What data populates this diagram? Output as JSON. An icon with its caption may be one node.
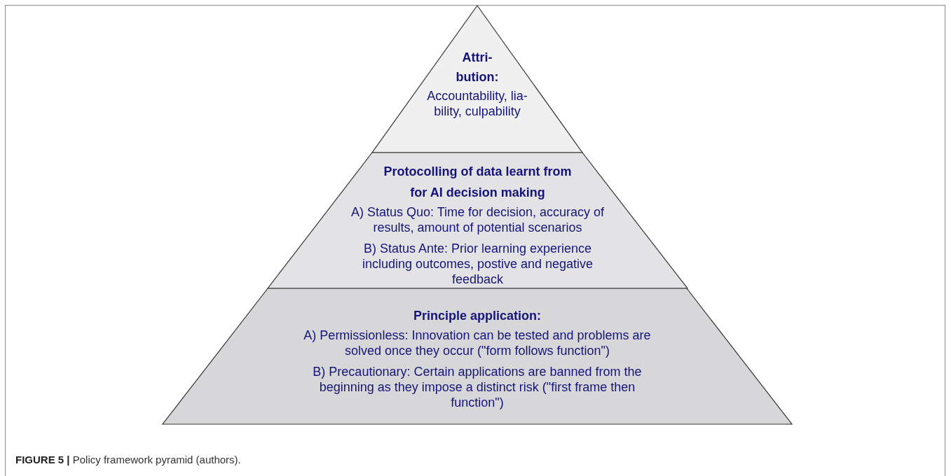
{
  "diagram": {
    "caption": "**FIGURE 5 |** Policy framework pyramid (authors).",
    "nodes": [
      {
        "text": [
          "Attri- bution:",
          "Accountability, lia- bility, culpability"
        ]
      },
      {
        "text": [
          "Protocolling of data learnt from for AI decision making",
          "A) Status Quo: Time for decision, accuracy of results, amount of potential scenarios",
          "B) Status Ante: Prior learning experience including outcomes, postive and negative feedback"
        ]
      },
      {
        "text": [
          "Principle application:",
          "A) Permissionless: Innovation can be tested and problems are solved once they occur (\"form follows function\")",
          "B) Precautionary: Certain applications are banned from the beginning as they impose a distinct risk (\"first frame then function\")"
        ]
      }
    ]
  }
}
